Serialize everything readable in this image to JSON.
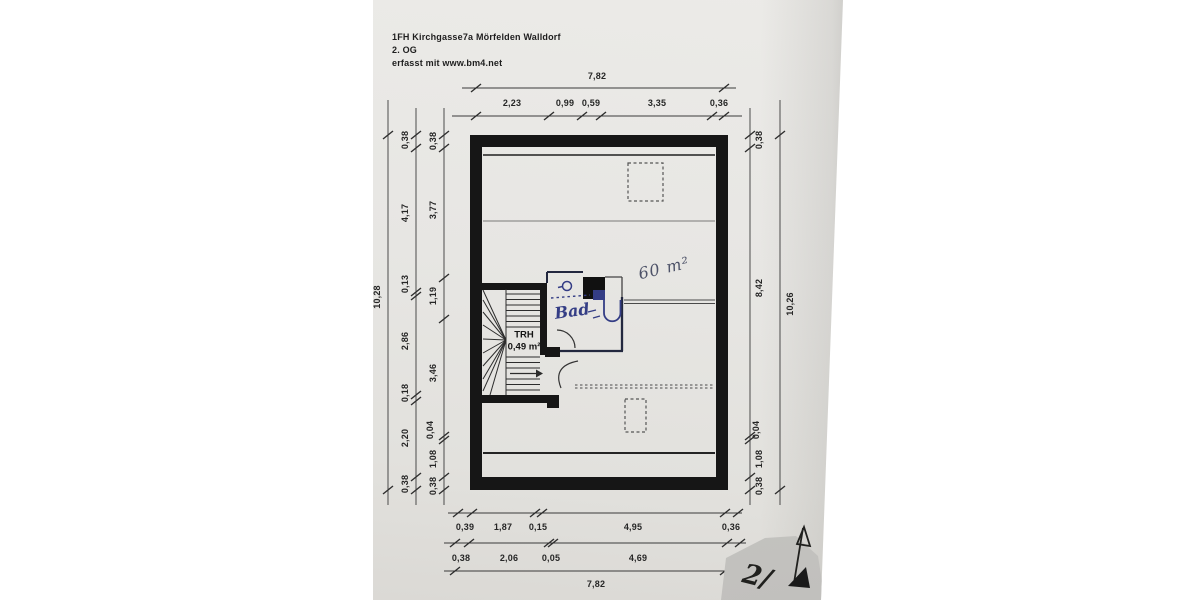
{
  "header": {
    "address": "1FH Kirchgasse7a Mörfelden Walldorf",
    "floor": "2. OG",
    "captured_with": "erfasst mit www.bm4.net"
  },
  "plan": {
    "room_area_note": "60 m²",
    "bath_label": "Bad",
    "stair_label": "TRH",
    "stair_area": "0,49 m²",
    "page_note": "2/"
  },
  "dimensions": {
    "top_overall": "7,82",
    "top_segments": [
      "2,23",
      "0,99",
      "0,59",
      "3,35",
      "0,36"
    ],
    "left_overall": "10,28",
    "left_outer_chain": [
      "0,38",
      "4,17",
      "0,13",
      "2,86",
      "0,18",
      "2,20",
      "0,38"
    ],
    "left_inner_chain": [
      "0,38",
      "3,77",
      "1,19",
      "3,46",
      "0,04",
      "1,08",
      "0,38"
    ],
    "right_overall": "10,26",
    "right_chain": [
      "0,38",
      "8,42",
      "0,04",
      "1,08",
      "0,38"
    ],
    "bottom_row1": [
      "0,39",
      "1,87",
      "0,15",
      "4,95",
      "0,36"
    ],
    "bottom_row2": [
      "0,38",
      "2,06",
      "0,05",
      "4,69"
    ],
    "bottom_overall": "7,82"
  },
  "colors": {
    "paper": "#e7e6e3",
    "wall_black": "#161616",
    "ink_blue": "#343d85",
    "pencil_gray": "#4d5268",
    "dimension_text": "#262626"
  }
}
